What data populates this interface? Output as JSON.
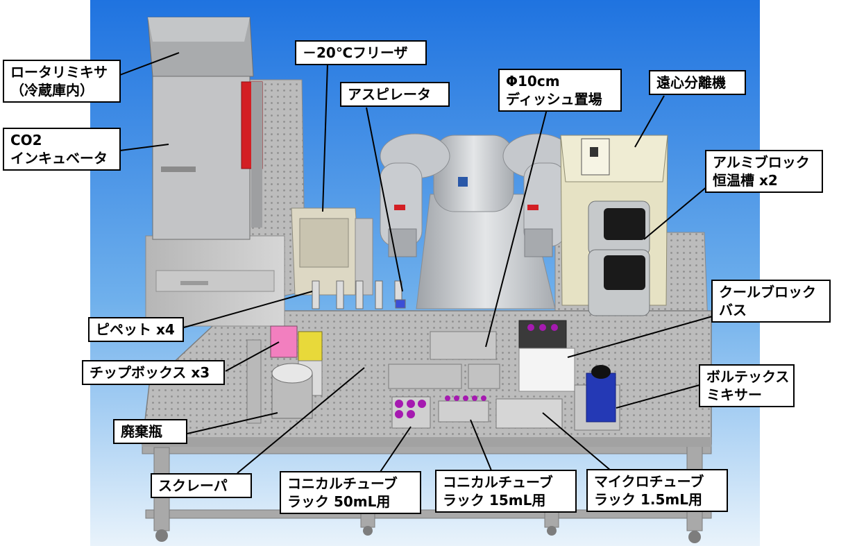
{
  "colors": {
    "sky_top": "#1f73e0",
    "sky_bottom": "#e9f3fb",
    "table": "#b8b8b8",
    "robot": "#c8cacd",
    "incubator_door": "#d31f24",
    "centrifuge": "#e6e2c4",
    "block_bath": "#1a1a1a",
    "vortex": "#2439b5",
    "tube_cap": "#a51ab0",
    "tip_pink": "#f27fbf",
    "tip_yellow": "#e8d93a",
    "label_border": "#000000"
  },
  "labels": {
    "rotary_mixer": [
      "ロータリミキサ",
      "（冷蔵庫内）"
    ],
    "co2_incubator": [
      "CO2",
      "インキュベータ"
    ],
    "freezer": [
      "－20℃フリーザ"
    ],
    "aspirator": [
      "アスピレータ"
    ],
    "dish_place": [
      "Φ10cm",
      "ディッシュ置場"
    ],
    "centrifuge": [
      "遠心分離機"
    ],
    "aluminum_block": [
      "アルミブロック",
      "恒温槽 x2"
    ],
    "cool_block": [
      "クールブロック",
      "バス"
    ],
    "pipette": [
      "ピペット x4"
    ],
    "tip_box": [
      "チップボックス x3"
    ],
    "vortex_mixer": [
      "ボルテックス",
      "ミキサー"
    ],
    "waste_bottle": [
      "廃棄瓶"
    ],
    "scraper": [
      "スクレーパ"
    ],
    "conical_50": [
      "コニカルチューブ",
      "ラック 50mL用"
    ],
    "conical_15": [
      "コニカルチューブ",
      "ラック 15mL用"
    ],
    "micro_tube": [
      "マイクロチューブ",
      "ラック 1.5mL用"
    ]
  }
}
